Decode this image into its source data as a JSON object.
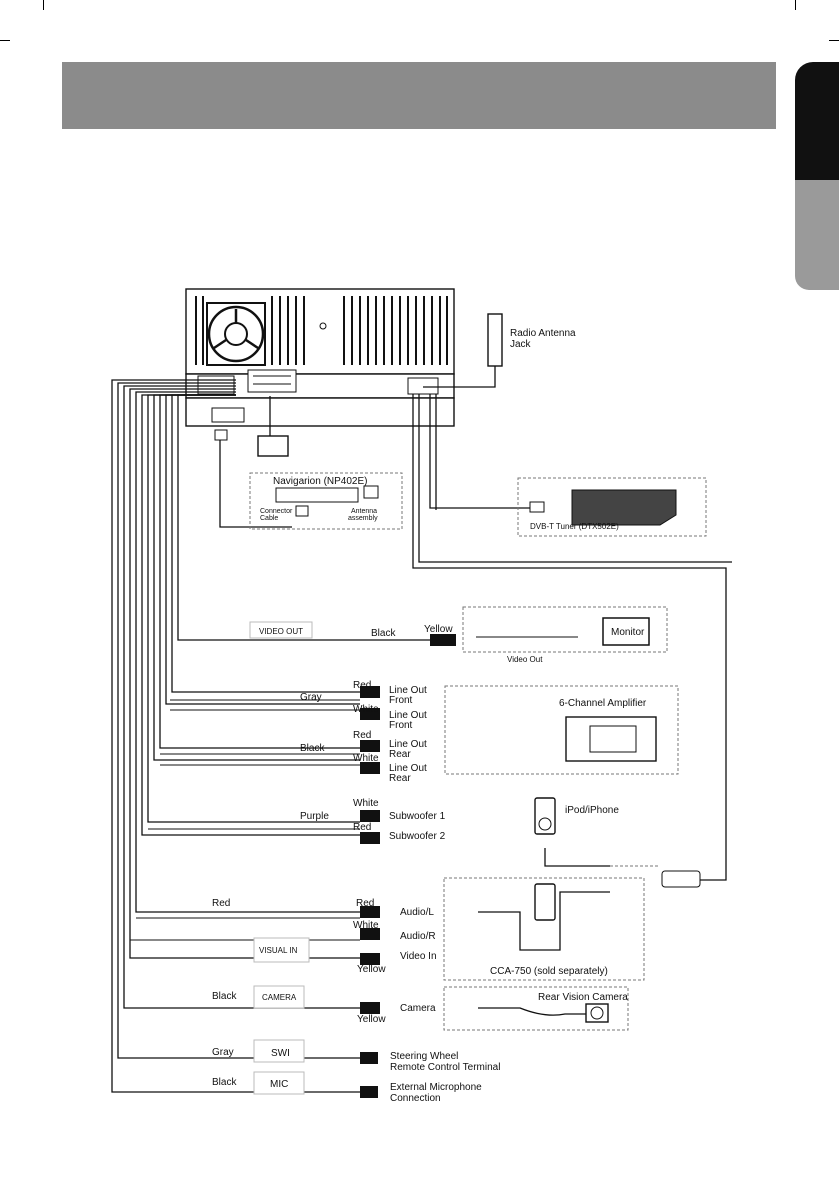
{
  "labels": {
    "radio_antenna": [
      "Radio Antenna",
      "Jack"
    ],
    "navigation_title": "Navigarion (NP402E)",
    "connector_cable": [
      "Connector",
      "Cable"
    ],
    "antenna_assembly": [
      "Antenna",
      "assembly"
    ],
    "dvbt_tuner": "DVB-T Tuner (DTX502E)",
    "video_out_box": "VIDEO OUT",
    "video_out_wire": "Black",
    "video_out_plug": "Yellow",
    "monitor": "Monitor",
    "video_out_caption": "Video Out",
    "line_front_red": "Red",
    "line_front_gray": "Gray",
    "line_front_white": "White",
    "line_out_front_1": [
      "Line Out",
      "Front"
    ],
    "line_out_front_2": [
      "Line Out",
      "Front"
    ],
    "line_rear_red": "Red",
    "line_rear_black": "Black",
    "line_rear_white": "White",
    "line_out_rear_1": [
      "Line Out",
      "Rear"
    ],
    "line_out_rear_2": [
      "Line Out",
      "Rear"
    ],
    "amplifier": "6-Channel Amplifier",
    "sub_white": "White",
    "sub_purple": "Purple",
    "sub_red": "Red",
    "subwoofer_1": "Subwoofer 1",
    "subwoofer_2": "Subwoofer 2",
    "ipod": "iPod/iPhone",
    "audio_wire_red": "Red",
    "audio_l_red": "Red",
    "audio_l": "Audio/L",
    "audio_r_white": "White",
    "audio_r": "Audio/R",
    "visual_in_box": "VISUAL IN",
    "video_in": "Video In",
    "video_in_yellow": "Yellow",
    "cca": "CCA-750 (sold separately)",
    "camera_wire": "Black",
    "camera_box": "CAMERA",
    "camera": "Camera",
    "camera_yellow": "Yellow",
    "rear_camera": "Rear Vision Camera",
    "swi_wire": "Gray",
    "swi_box": "SWI",
    "steering": [
      "Steering Wheel",
      "Remote Control Terminal"
    ],
    "mic_wire": "Black",
    "mic_box": "MIC",
    "mic": [
      "External Microphone",
      "Connection"
    ]
  }
}
